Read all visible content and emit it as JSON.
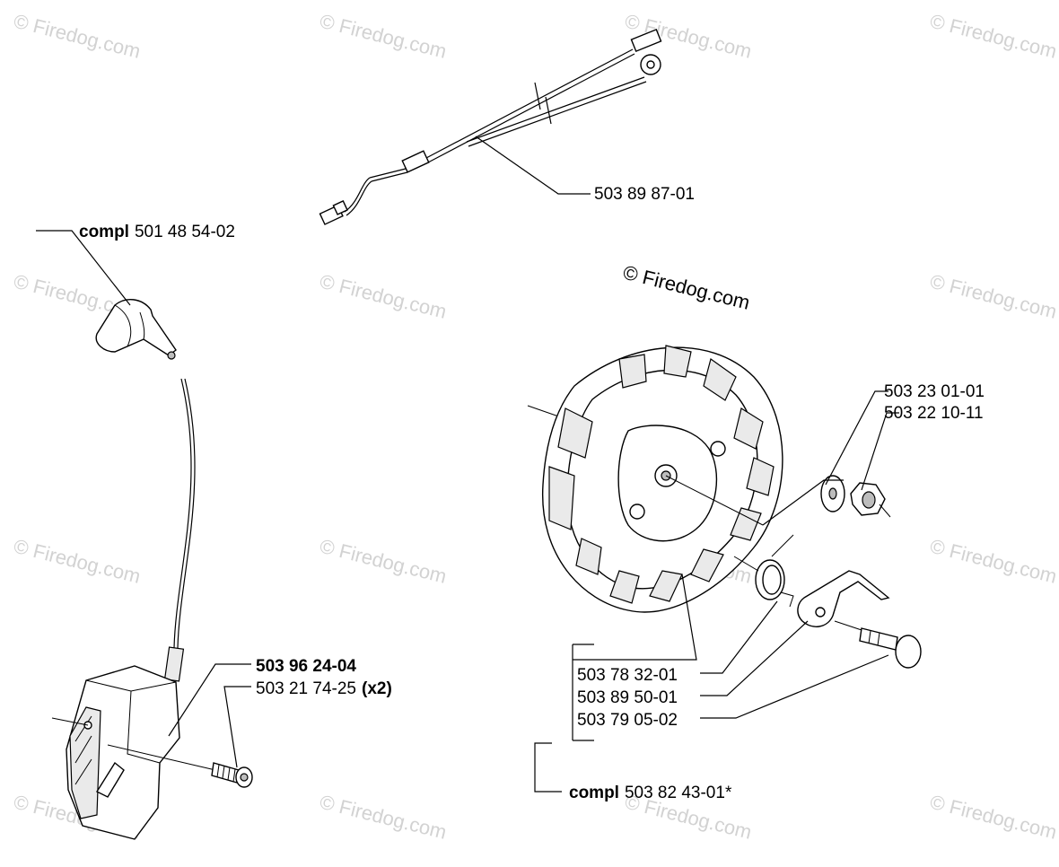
{
  "watermark": "© Firedog.com",
  "copyright": "© Firedog.com",
  "labels": {
    "wire_harness": {
      "number": "503 89 87-01"
    },
    "spark_plug_cap": {
      "prefix": "compl",
      "number": "501 48 54-02"
    },
    "ignition_module": {
      "number": "503 96 24-04"
    },
    "module_screw": {
      "number": "503 21 74-25",
      "qty": "(x2)"
    },
    "washer": {
      "number": "503 23 01-01"
    },
    "nut": {
      "number": "503 22 10-11"
    },
    "flywheel_parts": [
      "503 78 32-01",
      "503 89 50-01",
      "503 79 05-02"
    ],
    "flywheel_compl": {
      "prefix": "compl",
      "number": "503 82 43-01*"
    }
  }
}
